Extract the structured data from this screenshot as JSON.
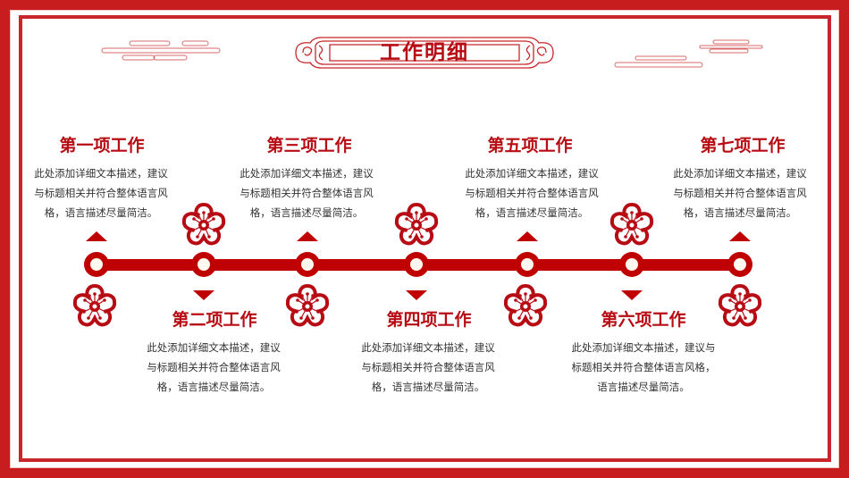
{
  "slide": {
    "title": "工作明细",
    "colors": {
      "primary_red": "#c00000",
      "frame_red": "#c81d1f",
      "title_red": "#b80c14",
      "text_gray": "#333333"
    }
  },
  "timeline": {
    "node_count": 7,
    "items": [
      {
        "title": "第一项工作",
        "position": "top",
        "desc": [
          "此处添加详细文本描述，建议",
          "与标题相关并符合整体语言风",
          "格，语言描述尽量简洁。"
        ]
      },
      {
        "title": "第二项工作",
        "position": "bottom",
        "desc": [
          "此处添加详细文本描述，建议",
          "与标题相关并符合整体语言风",
          "格，语言描述尽量简洁。"
        ]
      },
      {
        "title": "第三项工作",
        "position": "top",
        "desc": [
          "此处添加详细文本描述，建议",
          "与标题相关并符合整体语言风",
          "格，语言描述尽量简洁。"
        ]
      },
      {
        "title": "第四项工作",
        "position": "bottom",
        "desc": [
          "此处添加详细文本描述，建议",
          "与标题相关并符合整体语言风",
          "格，语言描述尽量简洁。"
        ]
      },
      {
        "title": "第五项工作",
        "position": "top",
        "desc": [
          "此处添加详细文本描述，建议",
          "与标题相关并符合整体语言风",
          "格，语言描述尽量简洁。"
        ]
      },
      {
        "title": "第六项工作",
        "position": "bottom",
        "desc": [
          "此处添加详细文本描述，建议与",
          "标题相关并符合整体语言风格，",
          "语言描述尽量简洁。"
        ]
      },
      {
        "title": "第七项工作",
        "position": "top",
        "desc": [
          "此处添加详细文本描述，建议",
          "与标题相关并符合整体语言风",
          "格，语言描述尽量简洁。"
        ]
      }
    ]
  },
  "icons": {
    "flower": "plum-blossom-icon",
    "arrow_up": "triangle-up-icon",
    "arrow_down": "triangle-down-icon",
    "cloud": "cloud-ornament-icon",
    "plaque": "title-plaque-ornament"
  }
}
